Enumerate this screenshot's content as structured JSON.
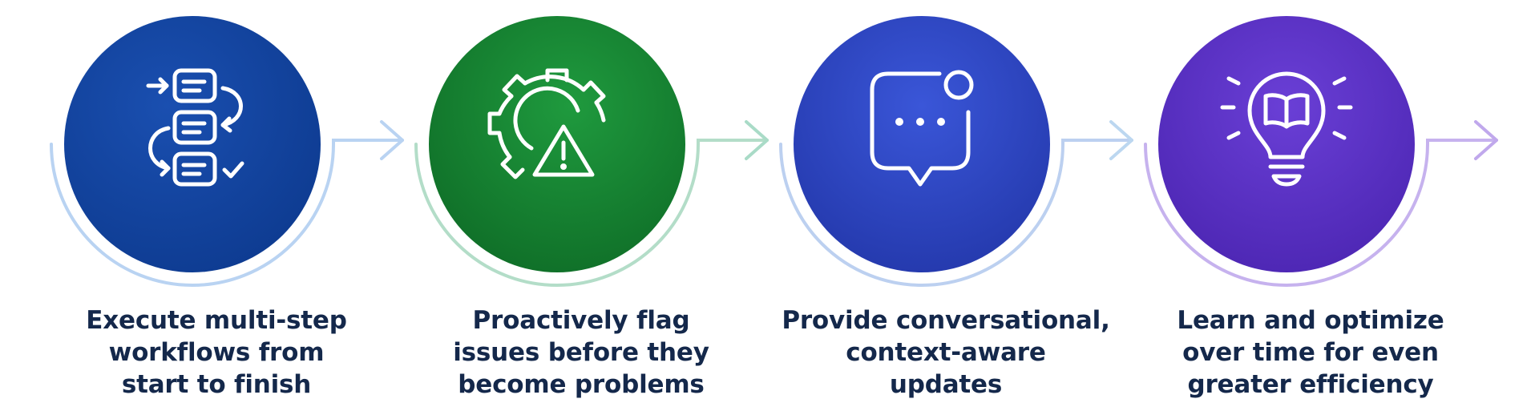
{
  "steps": [
    {
      "id": "execute",
      "icon": "workflow-checklist-icon",
      "circle_color": "#1a4fb0",
      "circle_color_dark": "#0d3a8f",
      "arc_color": "#b9d3f2",
      "arrow_color": "#b9d3f2",
      "caption_lines": [
        "Execute multi-step",
        "workflows from",
        "start to finish"
      ]
    },
    {
      "id": "proactive",
      "icon": "gear-warning-icon",
      "circle_color": "#1f9a3e",
      "circle_color_dark": "#0e6b26",
      "arc_color": "#b3ddc8",
      "arrow_color": "#a9dbc7",
      "caption_lines": [
        "Proactively flag",
        "issues before they",
        "become problems"
      ]
    },
    {
      "id": "conversational",
      "icon": "chat-bubble-icon",
      "circle_color": "#3a56d8",
      "circle_color_dark": "#2236a8",
      "arc_color": "#bcd0f0",
      "arrow_color": "#bcd7f0",
      "caption_lines": [
        "Provide conversational,",
        "context-aware",
        "updates"
      ]
    },
    {
      "id": "learn",
      "icon": "lightbulb-book-icon",
      "circle_color": "#6a3fd6",
      "circle_color_dark": "#4a24b0",
      "arc_color": "#c6b2ee",
      "arrow_color": "#c0a8ec",
      "caption_lines": [
        "Learn and optimize",
        "over time for even",
        "greater efficiency"
      ]
    }
  ]
}
